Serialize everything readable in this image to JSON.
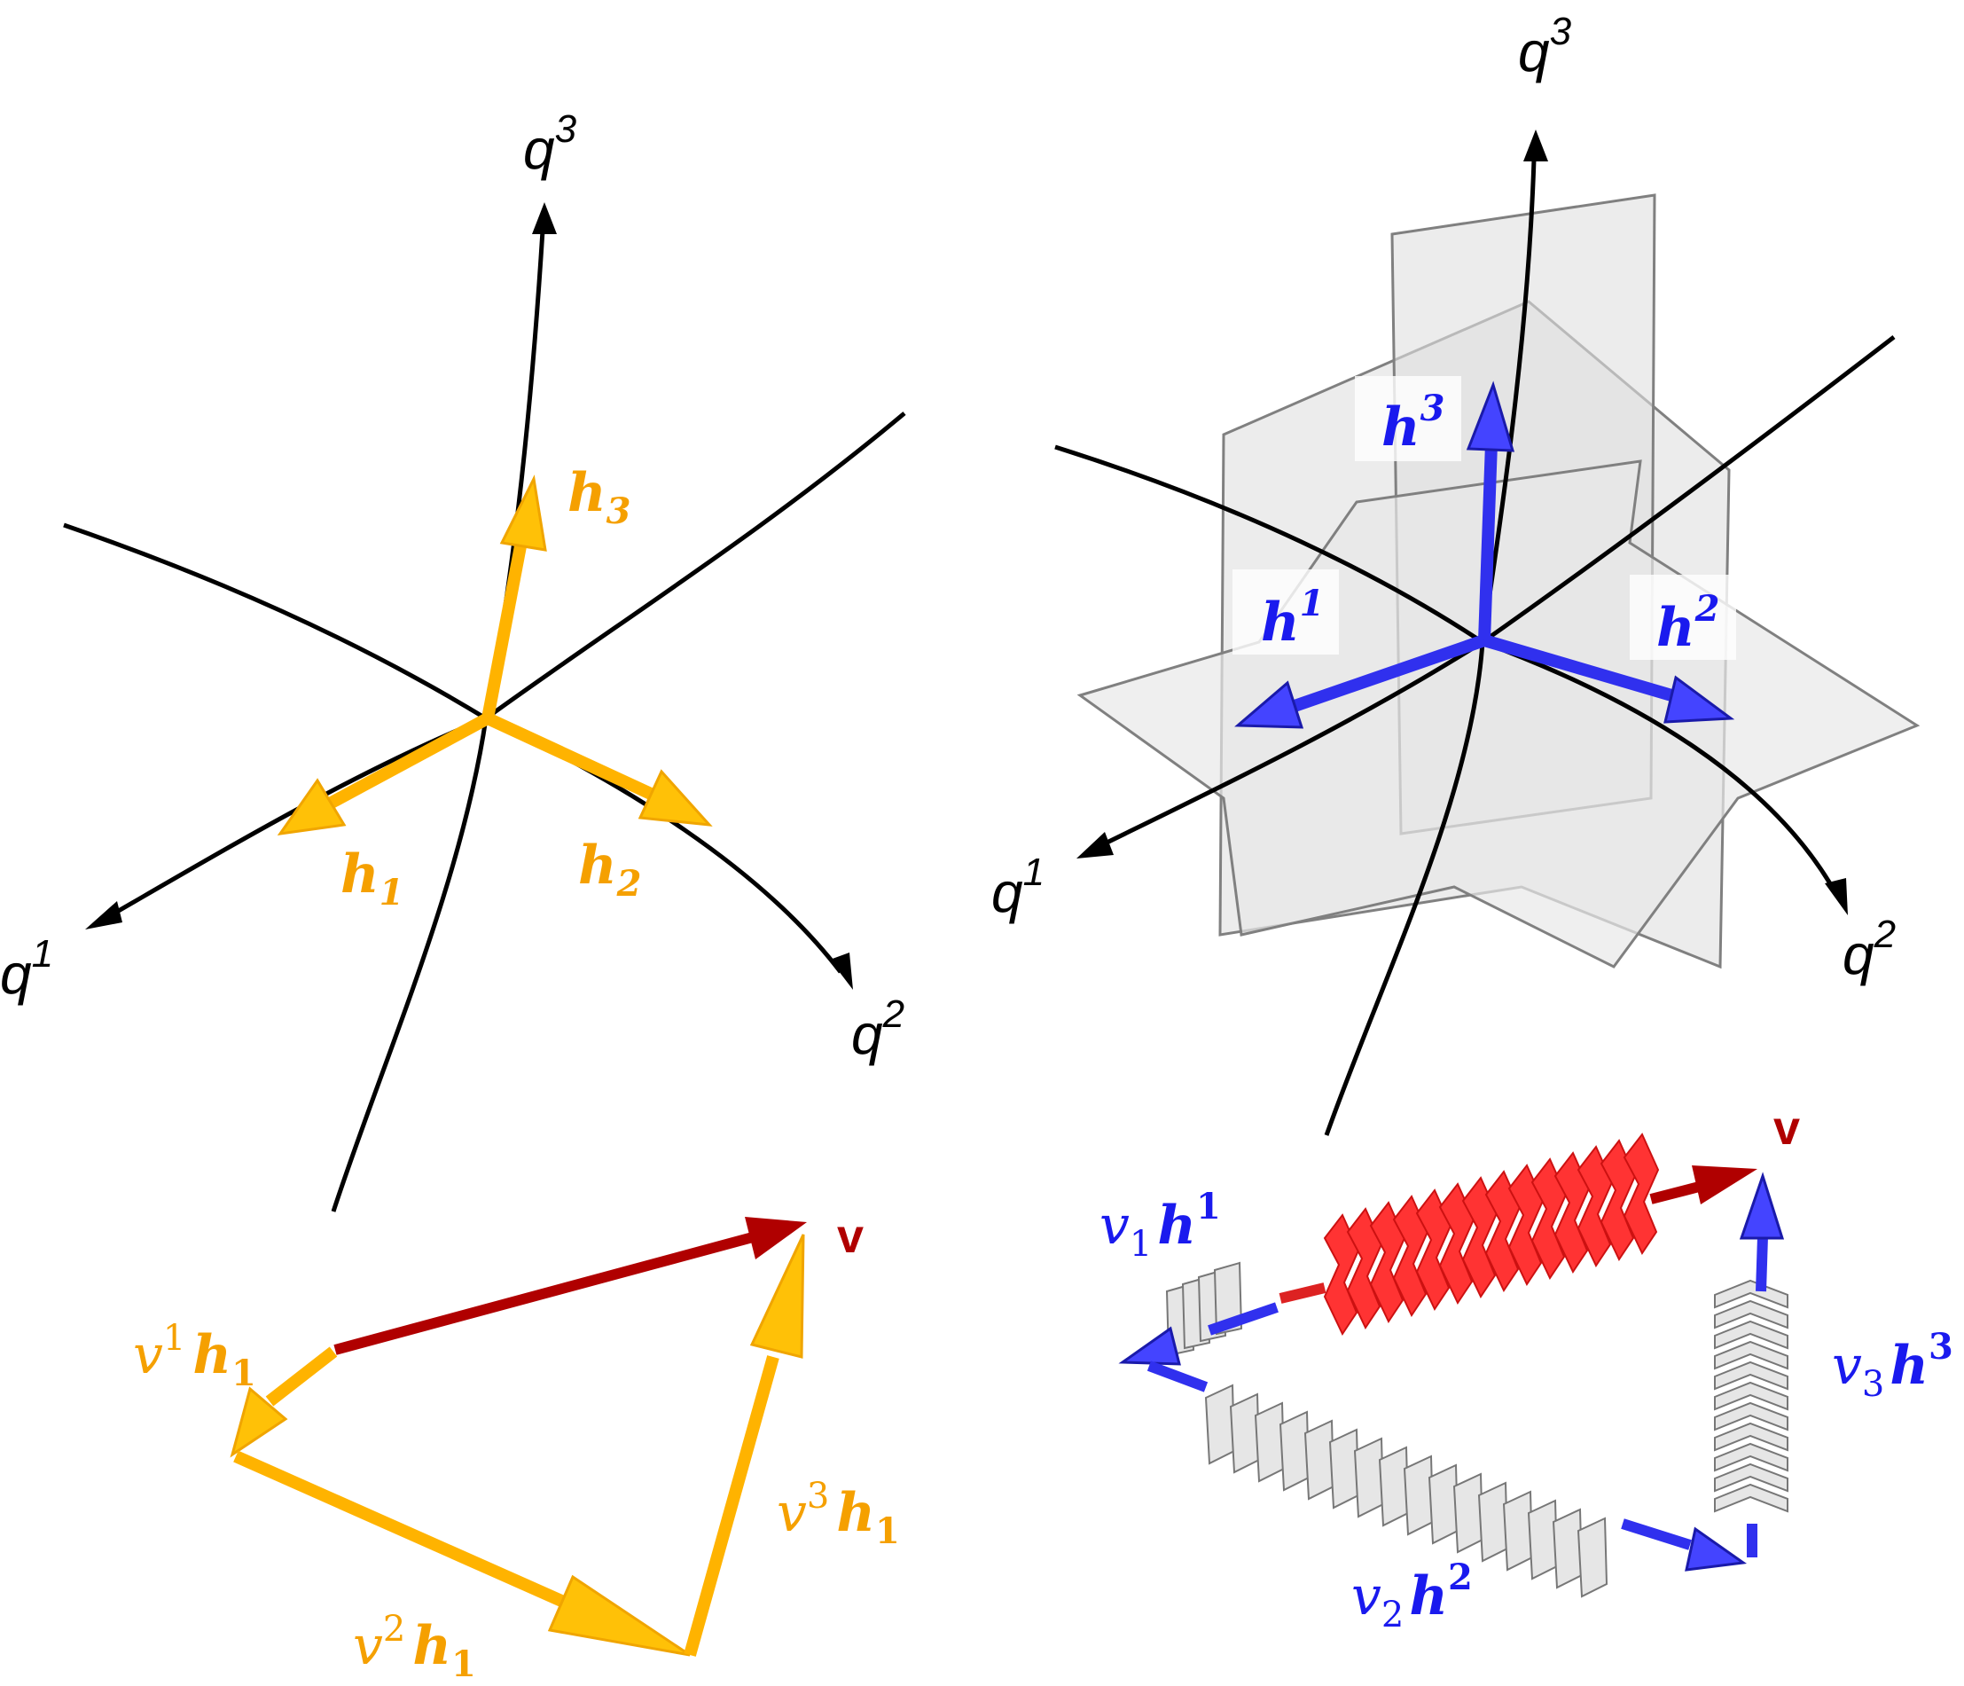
{
  "colors": {
    "orange": "#ffb300",
    "orange_text": "#f5a000",
    "blue": "#2020ee",
    "blue_text": "#1a1aee",
    "red": "#b00000",
    "red_fill": "#ff3333",
    "gray_plane": "#e6e6e6",
    "gray_edge": "#808080",
    "black": "#000000"
  },
  "left_frame": {
    "axes": {
      "q1": {
        "base": "q",
        "sup": "1"
      },
      "q2": {
        "base": "q",
        "sup": "2"
      },
      "q3": {
        "base": "q",
        "sup": "3"
      }
    },
    "vectors": {
      "h1": {
        "base": "h",
        "sub": "1"
      },
      "h2": {
        "base": "h",
        "sub": "2"
      },
      "h3": {
        "base": "h",
        "sub": "3"
      }
    }
  },
  "right_frame": {
    "axes": {
      "q1": {
        "base": "q",
        "sup": "1"
      },
      "q2": {
        "base": "q",
        "sup": "2"
      },
      "q3": {
        "base": "q",
        "sup": "3"
      }
    },
    "vectors": {
      "h1": {
        "base": "h",
        "sup": "1"
      },
      "h2": {
        "base": "h",
        "sup": "2"
      },
      "h3": {
        "base": "h",
        "sup": "3"
      }
    }
  },
  "left_decomposition": {
    "v_label": "v",
    "components": [
      {
        "coef": "v",
        "idx": "1",
        "vec": "h",
        "vec_idx": "1"
      },
      {
        "coef": "v",
        "idx": "2",
        "vec": "h",
        "vec_idx": "1"
      },
      {
        "coef": "v",
        "idx": "3",
        "vec": "h",
        "vec_idx": "1"
      }
    ]
  },
  "right_decomposition": {
    "v_label": "v",
    "components": [
      {
        "coef": "v",
        "idx": "1",
        "vec": "h",
        "vec_idx": "1"
      },
      {
        "coef": "v",
        "idx": "2",
        "vec": "h",
        "vec_idx": "2"
      },
      {
        "coef": "v",
        "idx": "3",
        "vec": "h",
        "vec_idx": "3"
      }
    ]
  }
}
